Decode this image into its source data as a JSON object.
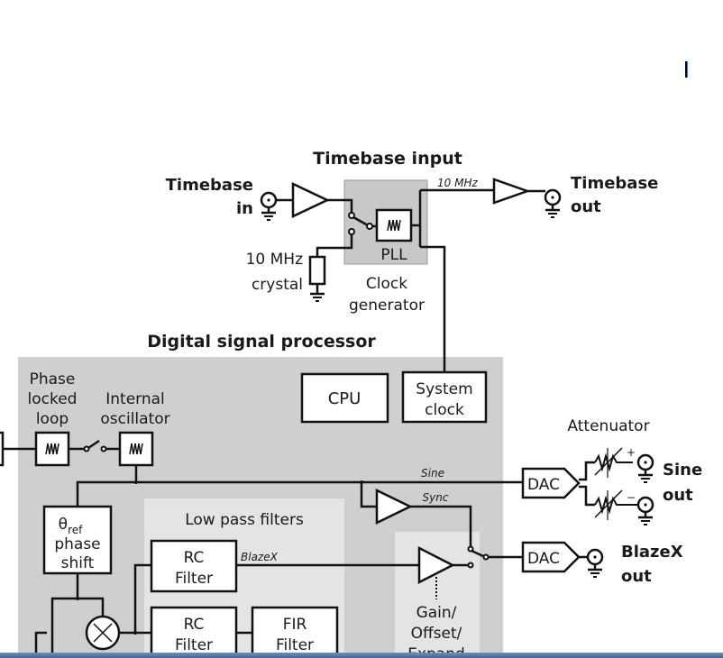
{
  "diagram": {
    "timebase_section": {
      "title": "Timebase input",
      "timebase_in": [
        "Timebase",
        "in"
      ],
      "timebase_out": [
        "Timebase",
        "out"
      ],
      "signal_label": "10 MHz",
      "crystal_label": [
        "10 MHz",
        "crystal"
      ],
      "pll_label": "PLL",
      "clock_generator_label": [
        "Clock",
        "generator"
      ]
    },
    "dsp_section": {
      "title": "Digital signal processor",
      "phase_locked_loop_label": [
        "Phase",
        "locked",
        "loop"
      ],
      "internal_oscillator_label": [
        "Internal",
        "oscillator"
      ],
      "cpu_label": "CPU",
      "system_clock_label": [
        "System",
        "clock"
      ],
      "phase_shift_label": [
        "θ",
        "ref",
        "phase",
        "shift"
      ],
      "low_pass_filters_title": "Low pass filters",
      "rc_filter_1": [
        "RC",
        "Filter"
      ],
      "rc_filter_2": [
        "RC",
        "Filter"
      ],
      "fir_filter": [
        "FIR",
        "Filter"
      ],
      "gain_label": [
        "Gain/",
        "Offset/",
        "Expand"
      ],
      "sine_signal_label": "Sine",
      "sync_signal_label": "Sync",
      "blazex_signal_label": "BlazeX"
    },
    "output_section": {
      "attenuator_label": "Attenuator",
      "dac_1_label": "DAC",
      "dac_2_label": "DAC",
      "plus_sign": "+",
      "minus_sign": "−",
      "sine_out": [
        "Sine",
        "out"
      ],
      "blazex_out": [
        "BlazeX",
        "out"
      ]
    }
  },
  "colors": {
    "line": "#111111",
    "dsp_fill": "#cfcfcf",
    "filter_fill": "#e4e4e4",
    "clockgen_fill": "#c8c8c8"
  }
}
